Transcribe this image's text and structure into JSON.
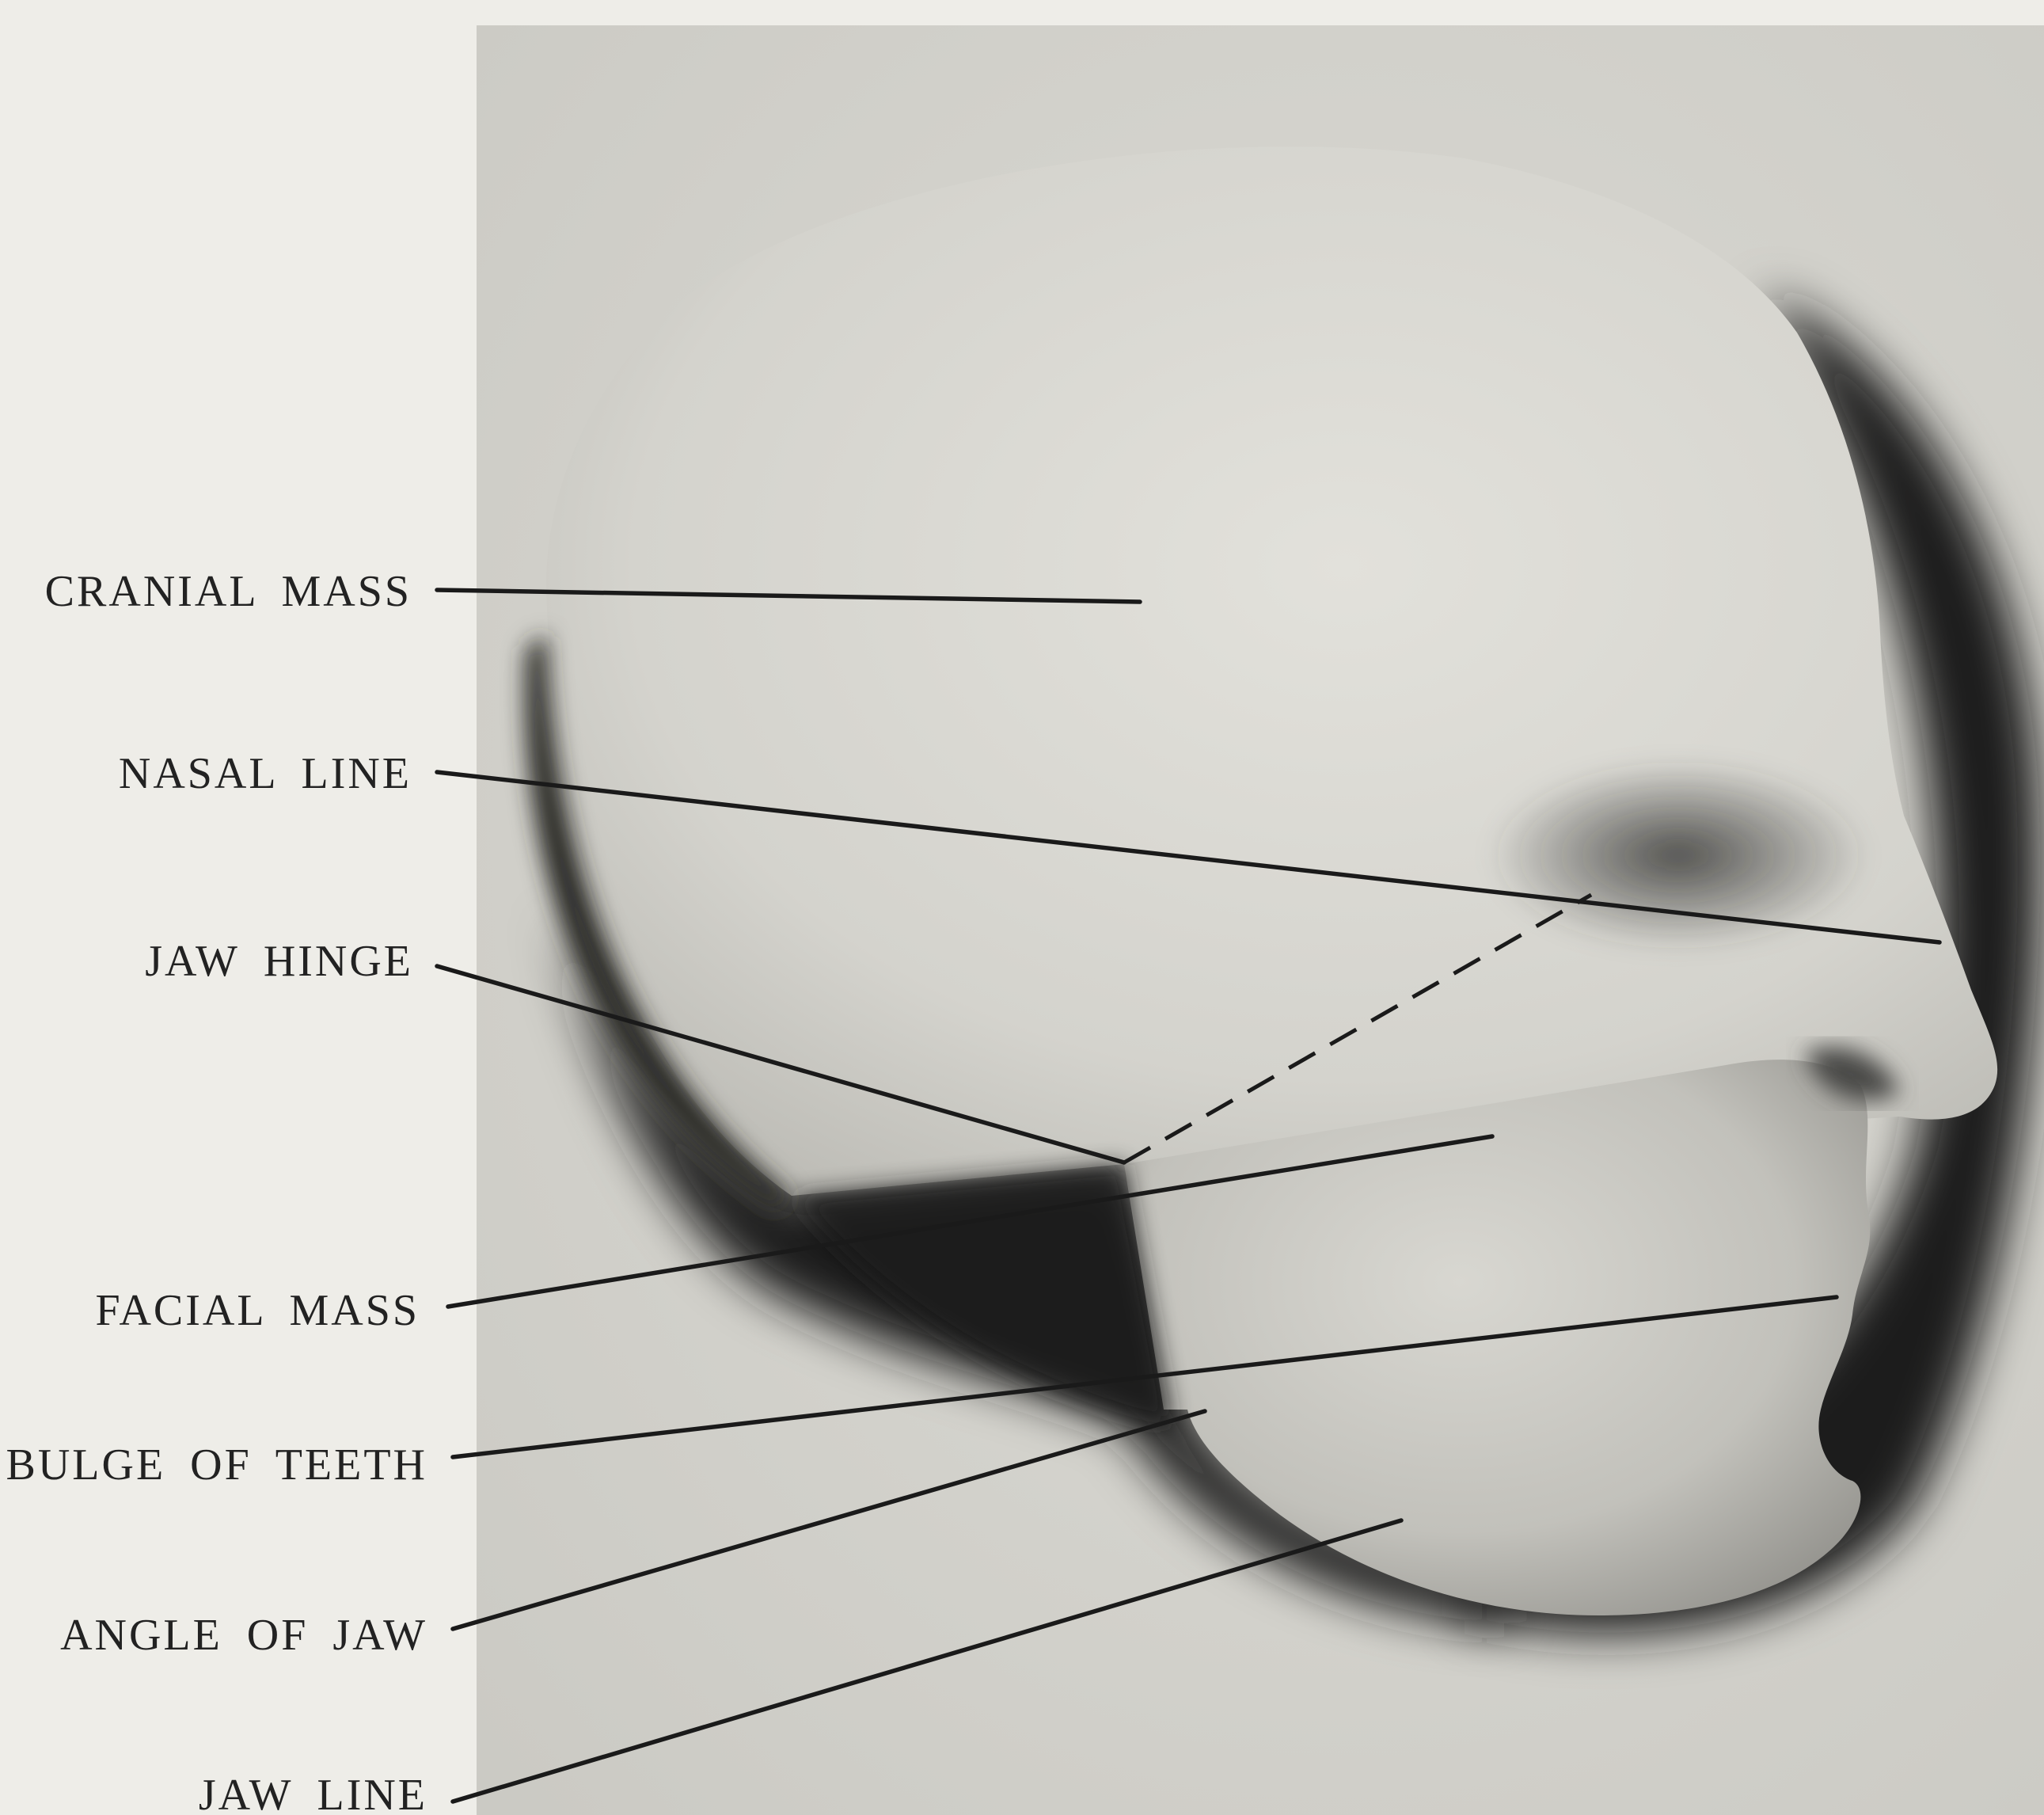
{
  "diagram": {
    "labels": {
      "cranial_mass": "CRANIAL MASS",
      "nasal_line": "NASAL LINE",
      "jaw_hinge": "JAW HINGE",
      "facial_mass": "FACIAL MASS",
      "bulge_of_teeth": "BULGE OF TEETH",
      "angle_of_jaw": "ANGLE OF JAW",
      "jaw_line": "JAW LINE"
    },
    "colors": {
      "page": "#eeede8",
      "plate": "#d6d5cf",
      "head": "#dddcd6",
      "shadow": "#1c1c1c",
      "leader_line": "#1a1a1a",
      "text": "#222222"
    }
  }
}
